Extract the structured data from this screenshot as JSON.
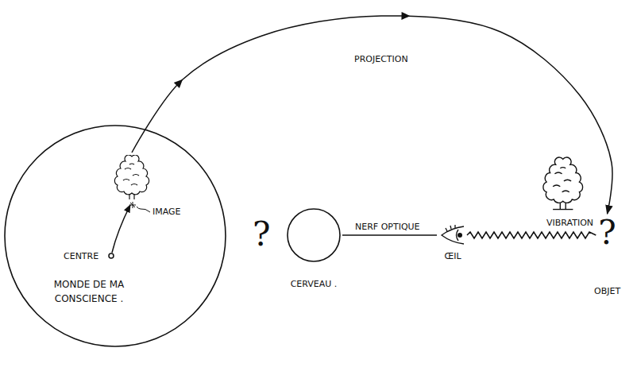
{
  "diagram": {
    "nodes": [
      {
        "text": [
          "MONDE DE MA CONSCIENCE ."
        ]
      },
      {
        "text": [
          "IMAGE"
        ],
        "in": 0
      },
      {
        "text": [
          "CERVEAU ."
        ]
      },
      {
        "text": [
          "ŒIL"
        ]
      },
      {
        "text": [
          "?",
          "OBJET"
        ]
      }
    ],
    "edges": [
      {
        "from": 1,
        "to": 4,
        "label": "PROJECTION",
        "arrow": "to"
      },
      {
        "from": 2,
        "to": 3,
        "label": "NERF OPTIQUE",
        "arrow": "none"
      },
      {
        "from": 3,
        "to": 4,
        "label": "VIBRATION",
        "arrow": "none"
      }
    ],
    "labels": [
      "CENTRE",
      "?"
    ]
  }
}
